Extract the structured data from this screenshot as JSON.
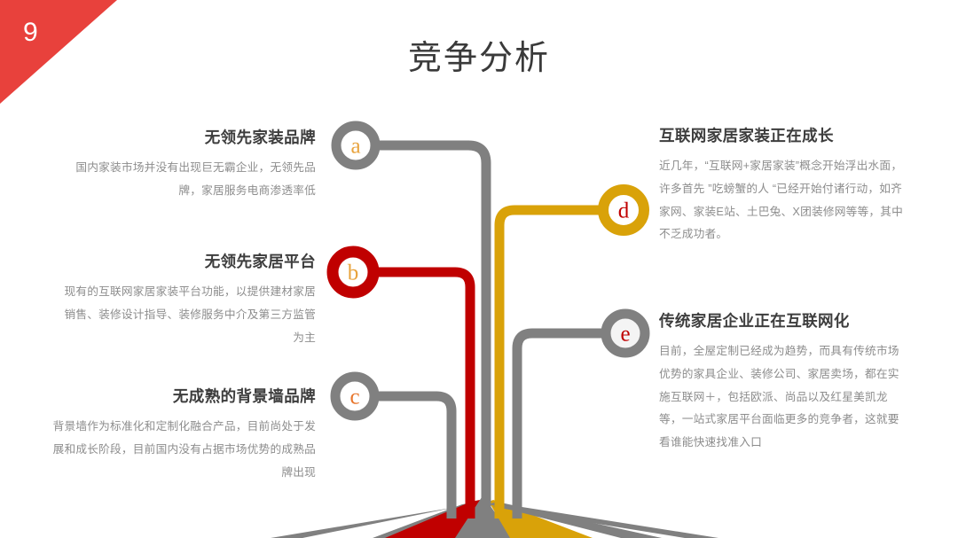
{
  "slide": {
    "number": "9",
    "title": "竞争分析",
    "badge_color": "#e8413c",
    "accent_colors": {
      "gray": "#808080",
      "red": "#c00000",
      "gold": "#d9a209",
      "orange": "#e8a33d",
      "letter_red": "#c00000",
      "title_text": "#3a3a3a",
      "body_text": "#8d8d8d"
    }
  },
  "nodes": [
    {
      "id": "a",
      "letter": "a",
      "ring_color": "#808080",
      "letter_color": "#e8a33d",
      "side": "left"
    },
    {
      "id": "b",
      "letter": "b",
      "ring_color": "#c00000",
      "letter_color": "#e8a33d",
      "side": "left"
    },
    {
      "id": "c",
      "letter": "c",
      "ring_color": "#808080",
      "letter_color": "#e8762d",
      "side": "left"
    },
    {
      "id": "d",
      "letter": "d",
      "ring_color": "#d9a209",
      "letter_color": "#c00000",
      "side": "right"
    },
    {
      "id": "e",
      "letter": "e",
      "ring_color": "#808080",
      "letter_color": "#c00000",
      "side": "right"
    }
  ],
  "blocks": {
    "a": {
      "title": "无领先家装品牌",
      "body": "国内家装市场并没有出现巨无霸企业，无领先品牌，家居服务电商渗透率低"
    },
    "b": {
      "title": "无领先家居平台",
      "body": "现有的互联网家居家装平台功能，以提供建材家居销售、装修设计指导、装修服务中介及第三方监管为主"
    },
    "c": {
      "title": "无成熟的背景墙品牌",
      "body": "背景墙作为标准化和定制化融合产品，目前尚处于发展和成长阶段，目前国内没有占据市场优势的成熟品牌出现"
    },
    "d": {
      "title": "互联网家居家装正在成长",
      "body": "近几年，“互联网+家居家装”概念开始浮出水面，许多首先 ”吃螃蟹的人 “已经开始付诸行动，如齐家网、家装E站、土巴兔、X团装修网等等，其中不乏成功者。"
    },
    "e": {
      "title": "传统家居企业正在互联网化",
      "body": "目前，全屋定制已经成为趋势，而具有传统市场优势的家具企业、装修公司、家居卖场，都在实施互联网＋，包括欧派、尚品以及红星美凯龙等，一站式家居平台面临更多的竞争者，这就要看谁能快速找准入口"
    }
  }
}
